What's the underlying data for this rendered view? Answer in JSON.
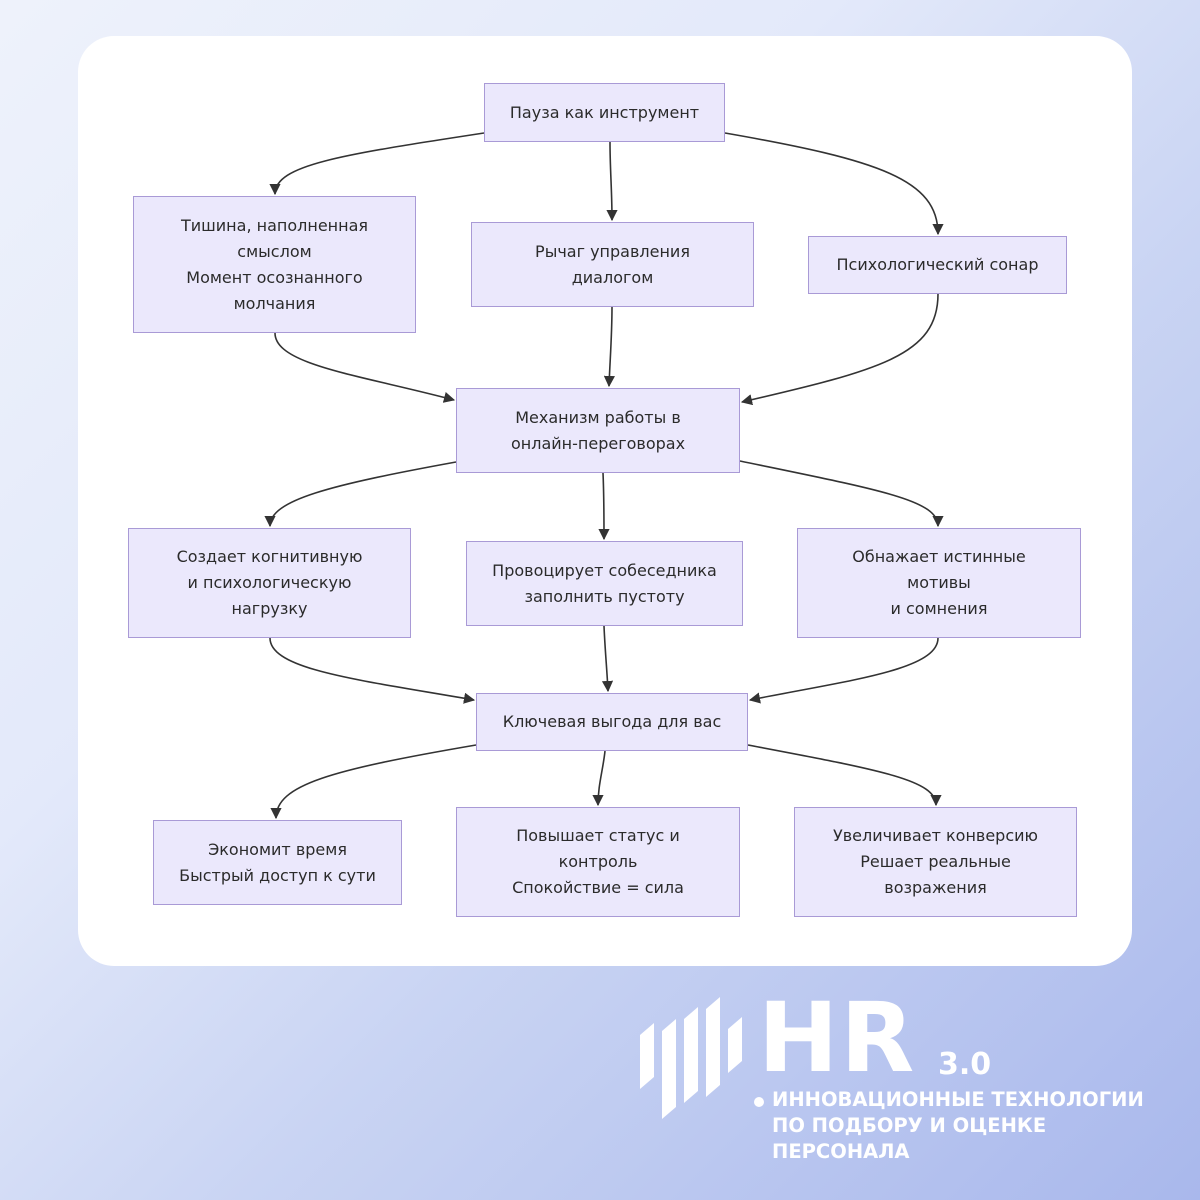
{
  "diagram": {
    "nodes": [
      {
        "id": "pause",
        "lines": [
          "Пауза как инструмент"
        ]
      },
      {
        "id": "silence",
        "lines": [
          "Тишина, наполненная",
          "смыслом",
          "Момент осознанного",
          "молчания"
        ]
      },
      {
        "id": "lever",
        "lines": [
          "Рычаг управления",
          "диалогом"
        ]
      },
      {
        "id": "sonar",
        "lines": [
          "Психологический сонар"
        ]
      },
      {
        "id": "mechanism",
        "lines": [
          "Механизм работы в",
          "онлайн-переговорах"
        ]
      },
      {
        "id": "load",
        "lines": [
          "Создает когнитивную",
          "и психологическую",
          "нагрузку"
        ]
      },
      {
        "id": "provoke",
        "lines": [
          "Провоцирует собеседника",
          "заполнить пустоту"
        ]
      },
      {
        "id": "reveal",
        "lines": [
          "Обнажает истинные",
          "мотивы",
          "и сомнения"
        ]
      },
      {
        "id": "benefit",
        "lines": [
          "Ключевая выгода для вас"
        ]
      },
      {
        "id": "time",
        "lines": [
          "Экономит время",
          "Быстрый доступ к сути"
        ]
      },
      {
        "id": "status",
        "lines": [
          "Повышает статус и",
          "контроль",
          "Спокойствие = сила"
        ]
      },
      {
        "id": "conversion",
        "lines": [
          "Увеличивает конверсию",
          "Решает реальные",
          "возражения"
        ]
      }
    ],
    "edges": [
      [
        "pause",
        "silence"
      ],
      [
        "pause",
        "lever"
      ],
      [
        "pause",
        "sonar"
      ],
      [
        "silence",
        "mechanism"
      ],
      [
        "lever",
        "mechanism"
      ],
      [
        "sonar",
        "mechanism"
      ],
      [
        "mechanism",
        "load"
      ],
      [
        "mechanism",
        "provoke"
      ],
      [
        "mechanism",
        "reveal"
      ],
      [
        "load",
        "benefit"
      ],
      [
        "provoke",
        "benefit"
      ],
      [
        "reveal",
        "benefit"
      ],
      [
        "benefit",
        "time"
      ],
      [
        "benefit",
        "status"
      ],
      [
        "benefit",
        "conversion"
      ]
    ],
    "colors": {
      "node_fill": "#ebe8fc",
      "node_border": "#a99ad6",
      "edge": "#333333"
    }
  },
  "logo": {
    "brand": "HR",
    "version": "3.0",
    "tagline": [
      "ИННОВАЦИОННЫЕ ТЕХНОЛОГИИ",
      "ПО ПОДБОРУ И ОЦЕНКЕ",
      "ПЕРСОНАЛА"
    ]
  }
}
